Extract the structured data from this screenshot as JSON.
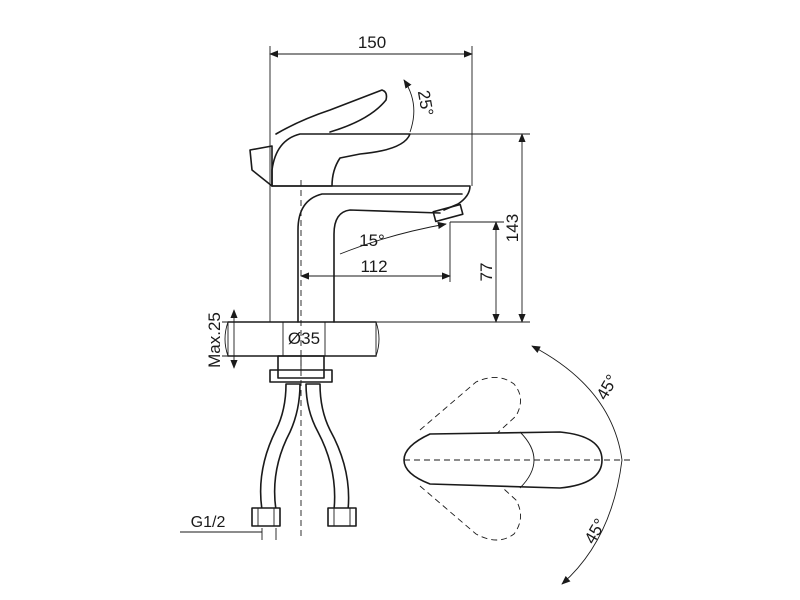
{
  "dimensions": {
    "width_total": "150",
    "height_total": "143",
    "spout_reach": "112",
    "spout_height": "77",
    "mount_hole": "Ø35",
    "max_deck": "Max.25",
    "thread": "G1/2"
  },
  "angles": {
    "lever_tilt": "25°",
    "spout_tilt": "15°",
    "rotation_upper": "45°",
    "rotation_lower": "45°"
  }
}
